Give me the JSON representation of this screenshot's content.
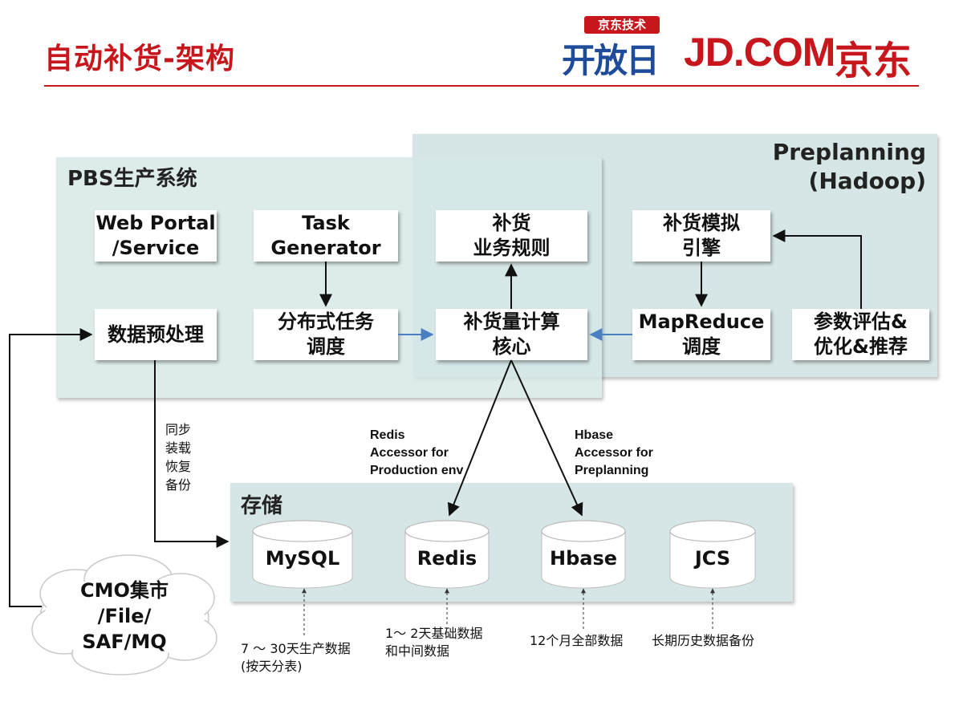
{
  "header": {
    "title": "自动补货-架构",
    "logo_open_day_top": "京东技术",
    "logo_open_day": "开放日",
    "logo_jd": "JD.COM",
    "logo_jd_cn": "京东"
  },
  "panels": {
    "preplanning": "Preplanning\n(Hadoop)",
    "pbs": "PBS生产系统",
    "storage": "存储"
  },
  "boxes": {
    "web_portal": "Web Portal\n/Service",
    "task_generator": "Task\nGenerator",
    "biz_rules": "补货\n业务规则",
    "sim_engine": "补货模拟\n引擎",
    "preprocess": "数据预处理",
    "dist_sched": "分布式任务\n调度",
    "calc_core": "补货量计算\n核心",
    "mapreduce": "MapReduce\n调度",
    "param_eval": "参数评估&\n优化&推荐"
  },
  "storage": {
    "mysql": "MySQL",
    "redis": "Redis",
    "hbase": "Hbase",
    "jcs": "JCS"
  },
  "annotations": {
    "sync": "同步\n装载\n恢复\n备份",
    "redis_accessor": "Redis\nAccessor for\nProduction env",
    "hbase_accessor": "Hbase\nAccessor for\nPreplanning",
    "cloud": "CMO集市\n/File/\nSAF/MQ",
    "mysql_note": "7 ～ 30天生产数据\n(按天分表)",
    "redis_note": "1～ 2天基础数据\n和中间数据",
    "hbase_note": "12个月全部数据",
    "jcs_note": "长期历史数据备份"
  },
  "colors": {
    "brand_red": "#c8161d",
    "brand_blue": "#1f4c9a",
    "panel": "#d6e6e6",
    "blue_arrow": "#4a7fc1"
  }
}
